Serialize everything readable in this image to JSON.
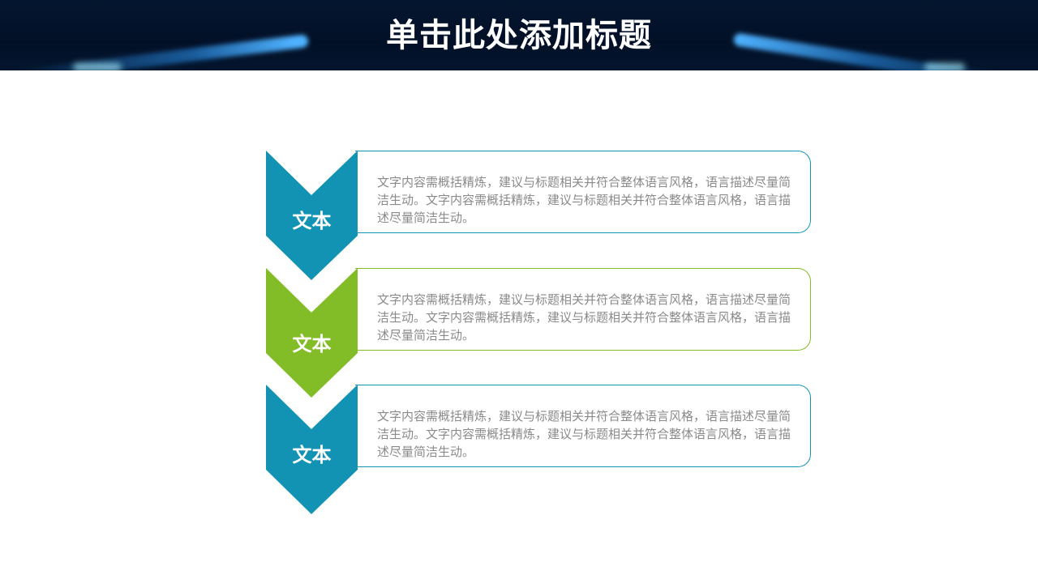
{
  "header": {
    "title": "单击此处添加标题"
  },
  "colors": {
    "teal": "#1293b4",
    "green": "#82bc26",
    "text_gray": "#8a8a8a",
    "header_bg": "#03152d"
  },
  "steps": [
    {
      "label": "文本",
      "color": "teal",
      "text": "文字内容需概括精炼，建议与标题相关并符合整体语言风格，语言描述尽量简洁生动。文字内容需概括精炼，建议与标题相关并符合整体语言风格，语言描述尽量简洁生动。"
    },
    {
      "label": "文本",
      "color": "green",
      "text": "文字内容需概括精炼，建议与标题相关并符合整体语言风格，语言描述尽量简洁生动。文字内容需概括精炼，建议与标题相关并符合整体语言风格，语言描述尽量简洁生动。"
    },
    {
      "label": "文本",
      "color": "teal",
      "text": "文字内容需概括精炼，建议与标题相关并符合整体语言风格，语言描述尽量简洁生动。文字内容需概括精炼，建议与标题相关并符合整体语言风格，语言描述尽量简洁生动。"
    }
  ]
}
